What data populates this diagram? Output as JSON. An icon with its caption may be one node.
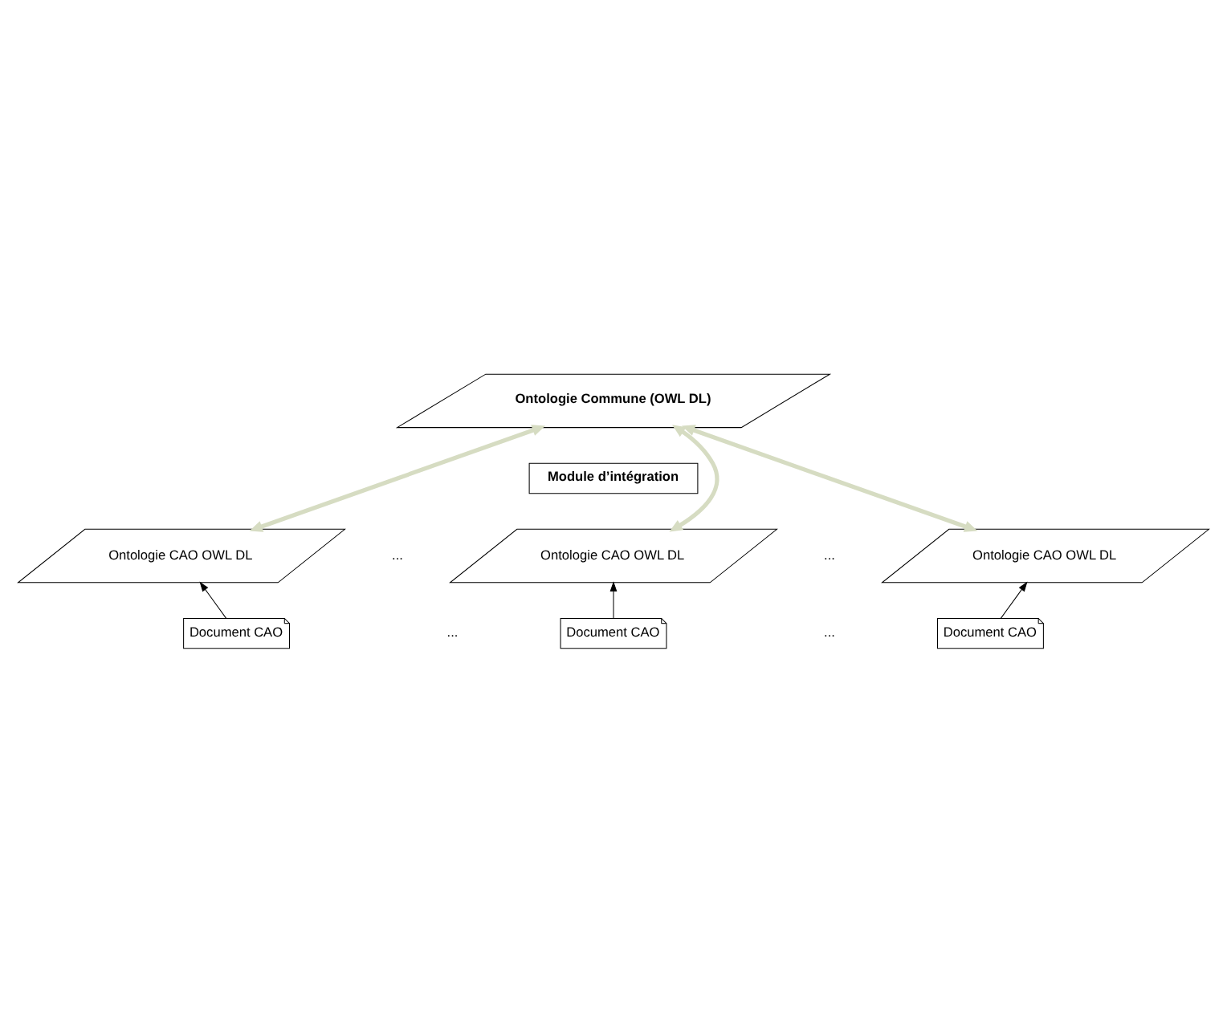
{
  "diagram": {
    "nodes": [
      {
        "text": [
          "Ontologie Commune (OWL DL)"
        ]
      },
      {
        "text": [
          "Module d’intégration"
        ]
      },
      {
        "text": [
          "Ontologie CAO OWL DL"
        ]
      },
      {
        "text": [
          "Ontologie CAO OWL DL"
        ]
      },
      {
        "text": [
          "Ontologie CAO OWL DL"
        ]
      },
      {
        "text": [
          "Document CAO"
        ]
      },
      {
        "text": [
          "Document CAO"
        ]
      },
      {
        "text": [
          "Document CAO"
        ]
      }
    ],
    "edges": [
      {
        "from": 2,
        "to": 0,
        "arrow": "both",
        "style": "thick",
        "color": "#d6dcc2"
      },
      {
        "from": 3,
        "to": 0,
        "arrow": "both",
        "style": "thick",
        "color": "#d6dcc2"
      },
      {
        "from": 4,
        "to": 0,
        "arrow": "both",
        "style": "thick",
        "color": "#d6dcc2"
      },
      {
        "from": 5,
        "to": 2,
        "arrow": "to",
        "color": "#000000"
      },
      {
        "from": 6,
        "to": 3,
        "arrow": "to",
        "color": "#000000"
      },
      {
        "from": 7,
        "to": 4,
        "arrow": "to",
        "color": "#000000"
      }
    ],
    "labels": [
      "...",
      "...",
      "...",
      "..."
    ]
  }
}
